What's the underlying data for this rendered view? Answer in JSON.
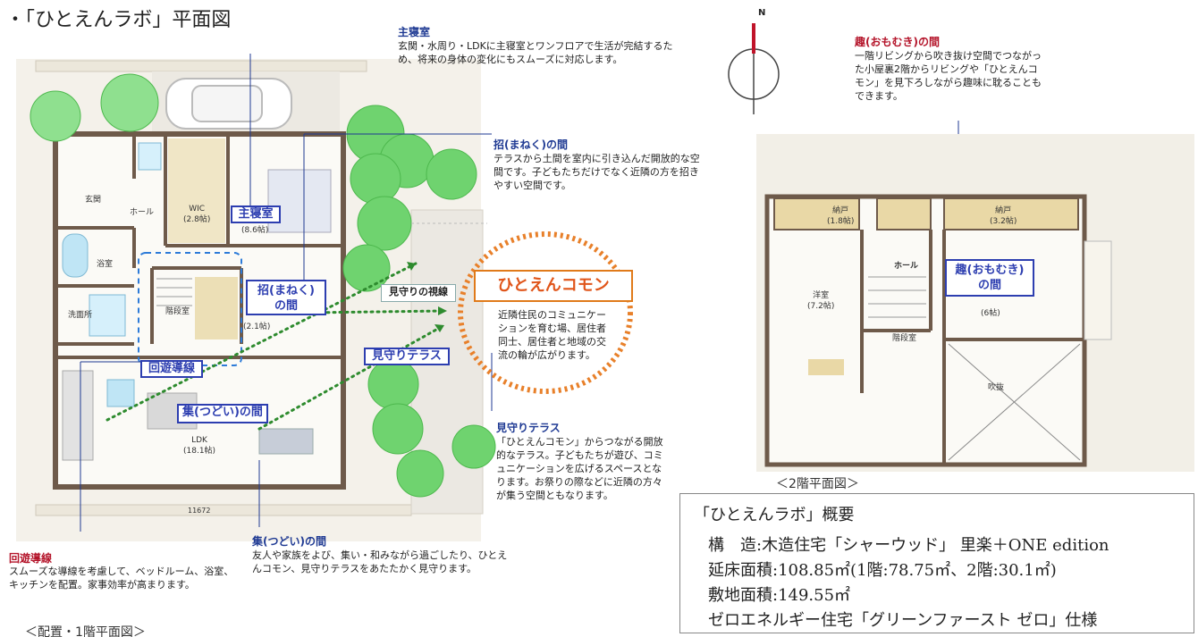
{
  "page_title": "・「ひとえんラボ」平面図",
  "floor1_caption": "＜配置・1階平面図＞",
  "floor2_caption": "＜2階平面図＞",
  "compass_label": "N",
  "colors": {
    "accent_blue": "#2d3eb0",
    "heading_blue": "#1f3a93",
    "heading_red": "#b4142a",
    "orange": "#e07a1a",
    "green_dots": "#2e8b2e",
    "tree_green": "#6fd36f"
  },
  "annotations": {
    "shushinshitsu": {
      "heading": "主寝室",
      "text": "玄関・水周り・LDKに主寝室とワンフロアで生活が完結するため、将来の身体の変化にもスムーズに対応します。"
    },
    "maneku": {
      "heading": "招(まねく)の間",
      "text": "テラスから土間を室内に引き込んだ開放的な空間です。子どもたちだけでなく近隣の方を招きやすい空間です。"
    },
    "omomuki": {
      "heading": "趣(おもむき)の間",
      "text": "一階リビングから吹き抜け空間でつながった小屋裏2階からリビングや「ひとえんコモン」を見下ろしながら趣味に耽ることもできます。"
    },
    "mimamori_terrace": {
      "heading": "見守りテラス",
      "text": "「ひとえんコモン」からつながる開放的なテラス。子どもたちが遊び、コミュニケーションを広げるスペースとなります。お祭りの際などに近隣の方々が集う空間ともなります。"
    },
    "kaiyu": {
      "heading": "回遊導線",
      "text": "スムーズな導線を考慮して、ベッドルーム、浴室、キッチンを配置。家事効率が高まります。"
    },
    "tsudoi": {
      "heading": "集(つどい)の間",
      "text": "友人や家族をよび、集い・和みながら過ごしたり、ひとえんコモン、見守りテラスをあたたかく見守ります。"
    }
  },
  "common": {
    "label": "ひとえんコモン",
    "text": "近隣住民のコミュニケーションを育む場、居住者同士、居住者と地域の交流の輪が広がります。"
  },
  "plan1": {
    "tags": {
      "shushinshitsu": "主寝室",
      "maneku_line1": "招(まねく)",
      "maneku_line2": "の間",
      "mimamori_sisen": "見守りの視線",
      "kaiyu": "回遊導線",
      "mimamori_terrace": "見守りテラス",
      "tsudoi": "集(つどい)の間"
    },
    "rooms": {
      "genkan": "玄関",
      "hall": "ホール",
      "wic": "WIC",
      "wic_size": "(2.8帖)",
      "shushinshitsu_size": "(8.6帖)",
      "yokushitsu": "浴室",
      "senmenjo": "洗面所",
      "kaidanshitsu": "階段室",
      "maneku_size": "(2.1帖)",
      "ldk": "LDK",
      "ldk_size": "(18.1帖)",
      "dimension": "11672"
    }
  },
  "plan2": {
    "tags": {
      "omomuki_line1": "趣(おもむき)",
      "omomuki_line2": "の間"
    },
    "rooms": {
      "nando1": "納戸",
      "nando1_size": "(1.8帖)",
      "nando2": "納戸",
      "nando2_size": "(3.2帖)",
      "hall": "ホール",
      "youshitsu": "洋室",
      "youshitsu_size": "(7.2帖)",
      "omomuki_size": "(6帖)",
      "kaidanshitsu": "階段室",
      "fukinuke": "吹抜"
    }
  },
  "summary": {
    "title": "「ひとえんラボ」概要",
    "lines": [
      "構　造:木造住宅「シャーウッド」 里楽＋ONE edition",
      "延床面積:108.85㎡(1階:78.75㎡、2階:30.1㎡)",
      "敷地面積:149.55㎡",
      "ゼロエネルギー住宅「グリーンファースト ゼロ」仕様"
    ]
  }
}
